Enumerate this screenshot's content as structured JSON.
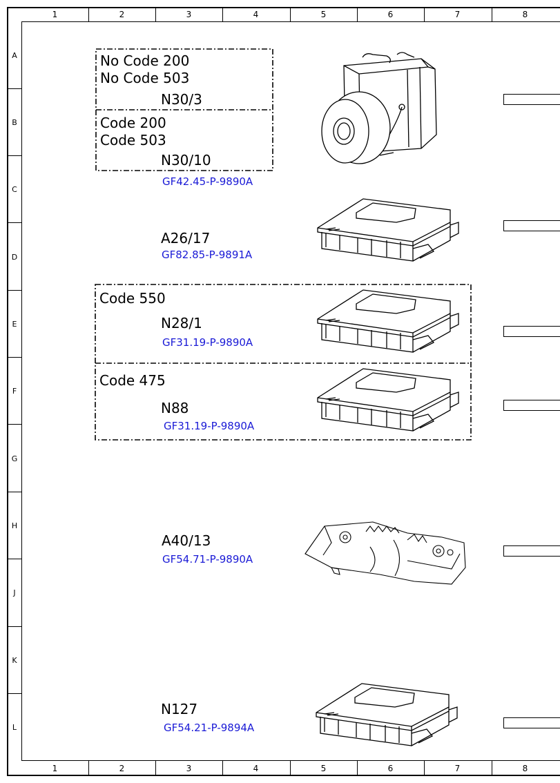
{
  "grid": {
    "columns": [
      "1",
      "2",
      "3",
      "4",
      "5",
      "6",
      "7",
      "8"
    ],
    "rows": [
      "A",
      "B",
      "C",
      "D",
      "E",
      "F",
      "G",
      "H",
      "J",
      "K",
      "L"
    ]
  },
  "components": {
    "n30_3": {
      "line1": "No Code 200",
      "line2": "No Code 503",
      "designation": "N30/3"
    },
    "n30_10": {
      "line1": "Code 200",
      "line2": "Code 503",
      "designation": "N30/10",
      "ref": "GF42.45-P-9890A"
    },
    "a26_17": {
      "designation": "A26/17",
      "ref": "GF82.85-P-9891A"
    },
    "n28_1": {
      "code": "Code 550",
      "designation": "N28/1",
      "ref": "GF31.19-P-9890A"
    },
    "n88": {
      "code": "Code 475",
      "designation": "N88",
      "ref": "GF31.19-P-9890A"
    },
    "a40_13": {
      "designation": "A40/13",
      "ref": "GF54.71-P-9890A"
    },
    "n127": {
      "designation": "N127",
      "ref": "GF54.21-P-9894A"
    }
  },
  "icons": {
    "abs_unit": "hydraulic-unit-icon",
    "control_unit": "control-module-icon",
    "display_unit": "instrument-unit-icon",
    "connector": "connector-icon"
  },
  "colors": {
    "reference_link": "#1a1ad6",
    "line": "#000000"
  }
}
